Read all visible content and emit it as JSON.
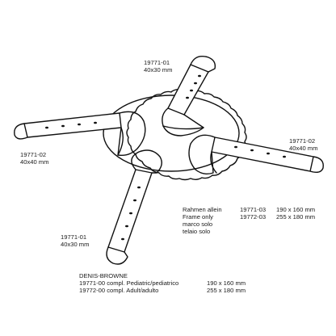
{
  "blade_labels": [
    {
      "code": "19771-01",
      "size": "40x30 mm"
    },
    {
      "code": "19771-02",
      "size": "40x40 mm"
    },
    {
      "code": "19771-02",
      "size": "40x40 mm"
    },
    {
      "code": "19771-01",
      "size": "40x30 mm"
    }
  ],
  "frame": {
    "names": [
      "Rahmen allein",
      "Frame only",
      "marco solo",
      "telaio solo"
    ],
    "codes": [
      "19771-03",
      "19772-03"
    ],
    "sizes": [
      "190 x 160 mm",
      "255 x 180 mm"
    ]
  },
  "set": {
    "title": "DENIS-BROWNE",
    "items": [
      {
        "label": "19771-00 compl. Pediatric/pediatrico",
        "size": "190 x 160 mm"
      },
      {
        "label": "19772-00 compl. Adult/adulto",
        "size": "255 x 180 mm"
      }
    ]
  }
}
